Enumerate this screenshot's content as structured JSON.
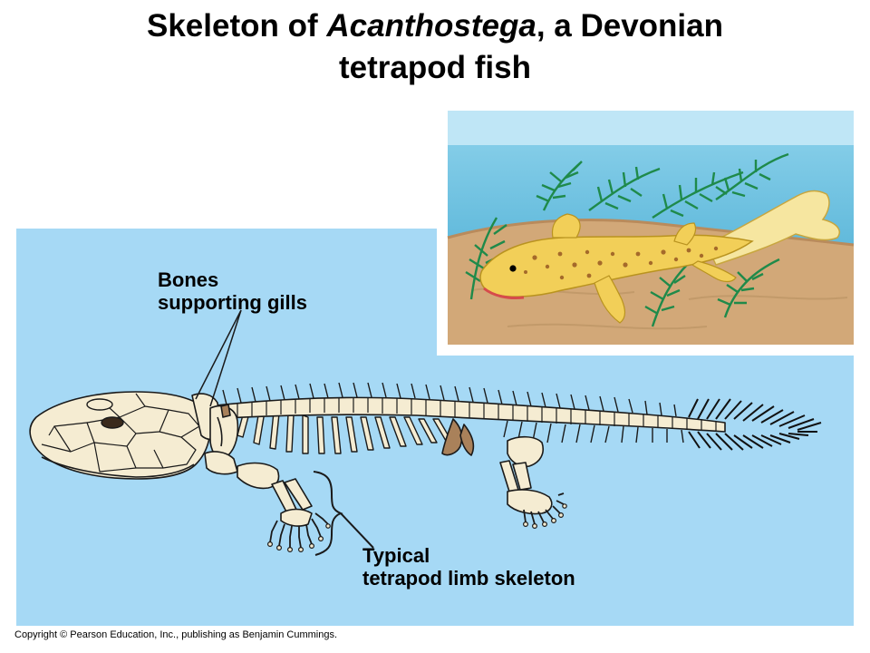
{
  "title": {
    "prefix": "Skeleton of ",
    "genus": "Acanthostega",
    "suffix_line1": ", a Devonian",
    "line2": "tetrapod fish"
  },
  "labels": {
    "gills_line1": "Bones",
    "gills_line2": "supporting gills",
    "limb_line1": "Typical",
    "limb_line2": "tetrapod limb skeleton"
  },
  "copyright": "Copyright © Pearson Education, Inc., publishing as Benjamin Cummings.",
  "colors": {
    "panel": "#a6d9f5",
    "bone": "#f5ecd2",
    "bone_outline": "#1a1a1a",
    "water": "#56b8d8",
    "sand": "#d2a878",
    "plant": "#1f8a4a",
    "animal": "#f2cf58"
  }
}
